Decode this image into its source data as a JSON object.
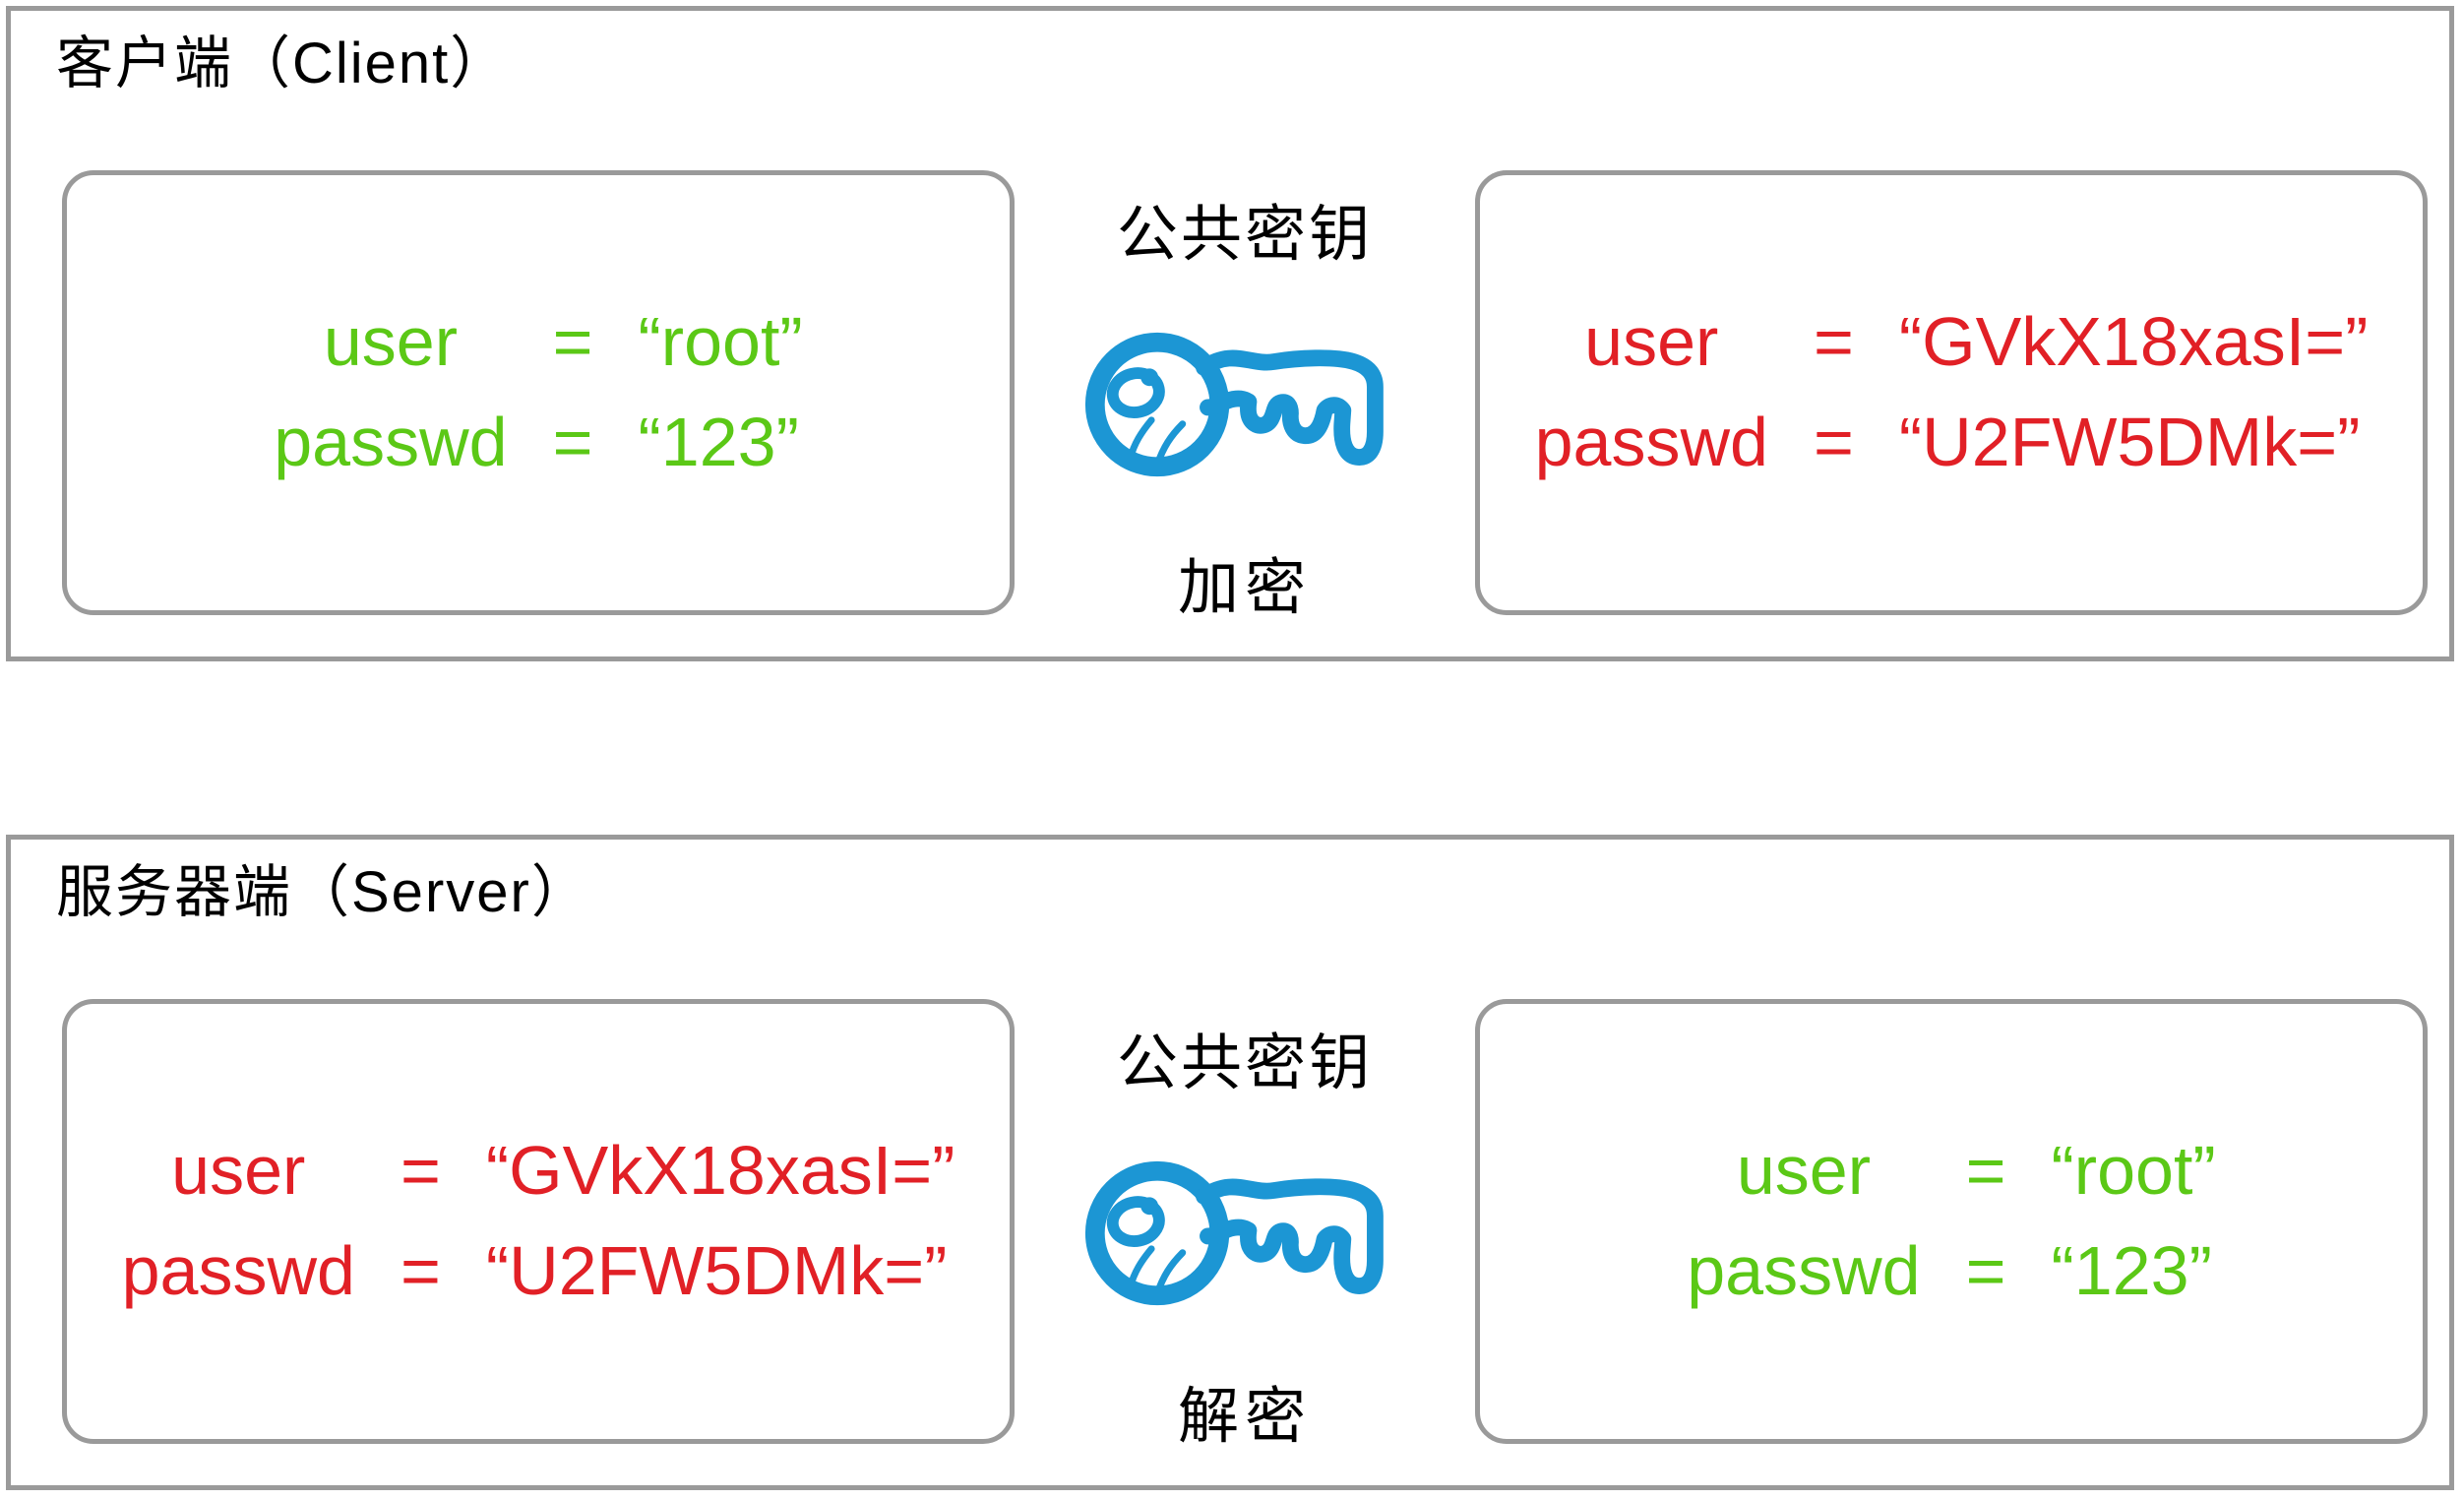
{
  "colors": {
    "green": "#5bc816",
    "red": "#e12026",
    "blue": "#1c96d4",
    "border_gray": "#9a9a9a",
    "title_black": "#000000"
  },
  "client_section": {
    "title": "客户端（Client）",
    "plain_box": {
      "rows": [
        {
          "name": "user",
          "op": "=",
          "value": "“root”"
        },
        {
          "name": "passwd",
          "op": "=",
          "value": "“123”"
        }
      ]
    },
    "middle": {
      "key_label": "公共密钥",
      "key_icon": "key-icon",
      "action_label": "加密"
    },
    "cipher_box": {
      "rows": [
        {
          "name": "user",
          "op": "=",
          "value": "“GVkX18xasI=”"
        },
        {
          "name": "passwd",
          "op": "=",
          "value": "“U2FW5DMk=”"
        }
      ]
    }
  },
  "server_section": {
    "title": "服务器端（Server）",
    "cipher_box": {
      "rows": [
        {
          "name": "user",
          "op": "=",
          "value": "“GVkX18xasI=”"
        },
        {
          "name": "passwd",
          "op": "=",
          "value": "“U2FW5DMk=”"
        }
      ]
    },
    "middle": {
      "key_label": "公共密钥",
      "key_icon": "key-icon",
      "action_label": "解密"
    },
    "plain_box": {
      "rows": [
        {
          "name": "user",
          "op": "=",
          "value": "“root”"
        },
        {
          "name": "passwd",
          "op": "=",
          "value": "“123”"
        }
      ]
    }
  }
}
